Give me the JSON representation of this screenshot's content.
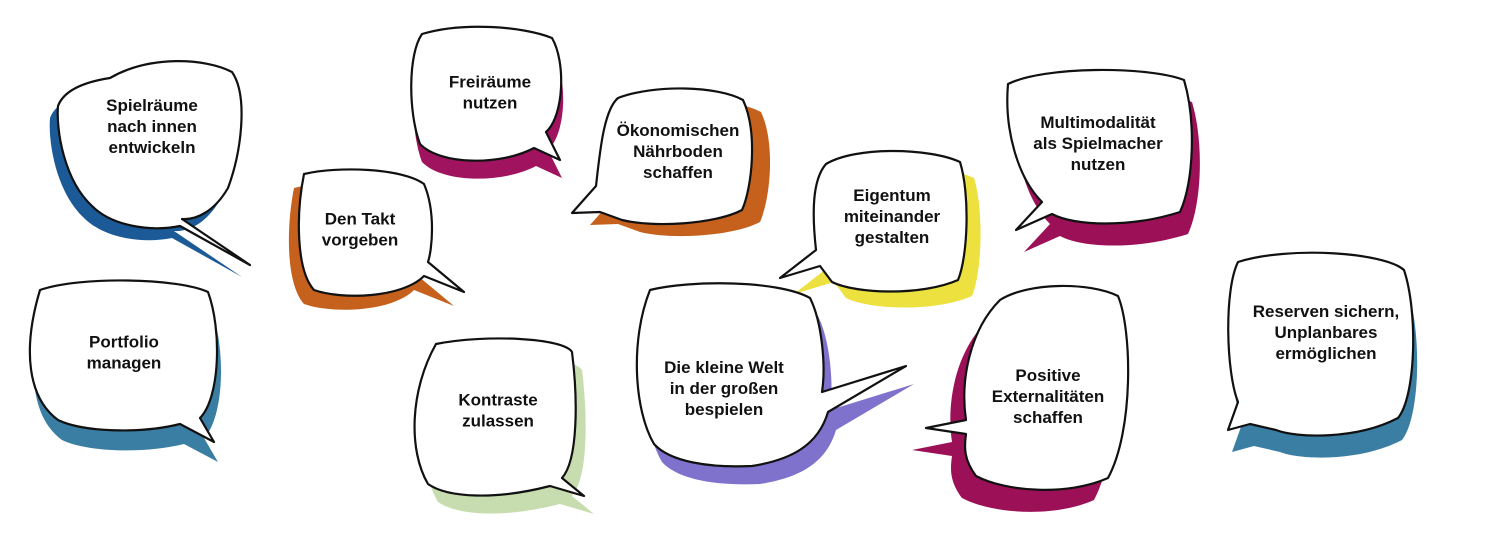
{
  "colors": {
    "background": "#ffffff",
    "outline": "#111111",
    "bubble_fill": "#ffffff",
    "text": "#111111"
  },
  "bubbles": [
    {
      "id": "spielraeume",
      "lines": [
        "Spielräume",
        "nach innen",
        "entwickeln"
      ],
      "shadow": "#1b5a96"
    },
    {
      "id": "freiraeume",
      "lines": [
        "Freiräume",
        "nutzen"
      ],
      "shadow": "#a0135f"
    },
    {
      "id": "oekonomisch",
      "lines": [
        "Ökonomischen",
        "Nährboden",
        "schaffen"
      ],
      "shadow": "#c5611c"
    },
    {
      "id": "takt",
      "lines": [
        "Den Takt",
        "vorgeben"
      ],
      "shadow": "#c5611c"
    },
    {
      "id": "eigentum",
      "lines": [
        "Eigentum",
        "miteinander",
        "gestalten"
      ],
      "shadow": "#ece13e"
    },
    {
      "id": "multimodal",
      "lines": [
        "Multimodalität",
        "als Spielmacher",
        "nutzen"
      ],
      "shadow": "#9c1058"
    },
    {
      "id": "portfolio",
      "lines": [
        "Portfolio",
        "managen"
      ],
      "shadow": "#3b7ea3"
    },
    {
      "id": "kontraste",
      "lines": [
        "Kontraste",
        "zulassen"
      ],
      "shadow": "#c7ddb0"
    },
    {
      "id": "kleinewelt",
      "lines": [
        "Die kleine Welt",
        "in der großen",
        "bespielen"
      ],
      "shadow": "#7e72cc"
    },
    {
      "id": "externalitaeten",
      "lines": [
        "Positive",
        "Externalitäten",
        "schaffen"
      ],
      "shadow": "#9c1058"
    },
    {
      "id": "reserven",
      "lines": [
        "Reserven sichern,",
        "Unplanbares",
        "ermöglichen"
      ],
      "shadow": "#3b7ea3"
    }
  ]
}
